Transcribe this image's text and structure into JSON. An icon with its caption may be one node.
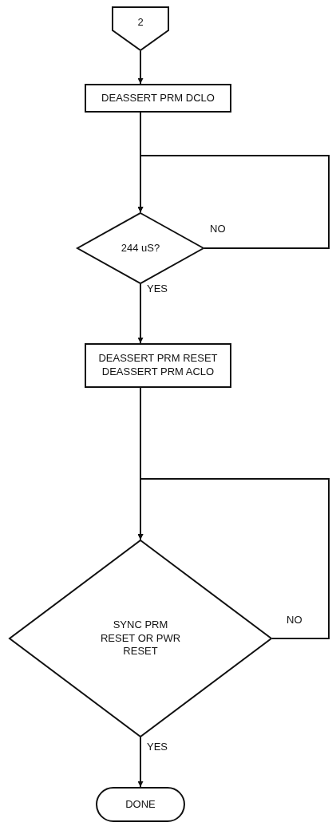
{
  "diagram": {
    "nodes": [
      {
        "text": [
          "2"
        ]
      },
      {
        "text": [
          "DEASSERT PRM DCLO"
        ]
      },
      {
        "text": [
          "244 uS?"
        ]
      },
      {
        "text": [
          "DEASSERT PRM RESET",
          "DEASSERT PRM ACLO"
        ]
      },
      {
        "text": [
          "SYNC PRM RESET OR PWR RESET"
        ]
      },
      {
        "text": [
          "DONE"
        ]
      }
    ],
    "edges": [
      {
        "from": 0,
        "to": 1,
        "arrow": "to"
      },
      {
        "from": 1,
        "to": 2,
        "arrow": "to"
      },
      {
        "from": 2,
        "to": 2,
        "arrow": "to",
        "label": "NO"
      },
      {
        "from": 2,
        "to": 3,
        "arrow": "to",
        "label": "YES"
      },
      {
        "from": 3,
        "to": 4,
        "arrow": "to"
      },
      {
        "from": 4,
        "to": 4,
        "arrow": "to",
        "label": "NO"
      },
      {
        "from": 4,
        "to": 5,
        "arrow": "to",
        "label": "YES"
      }
    ]
  }
}
